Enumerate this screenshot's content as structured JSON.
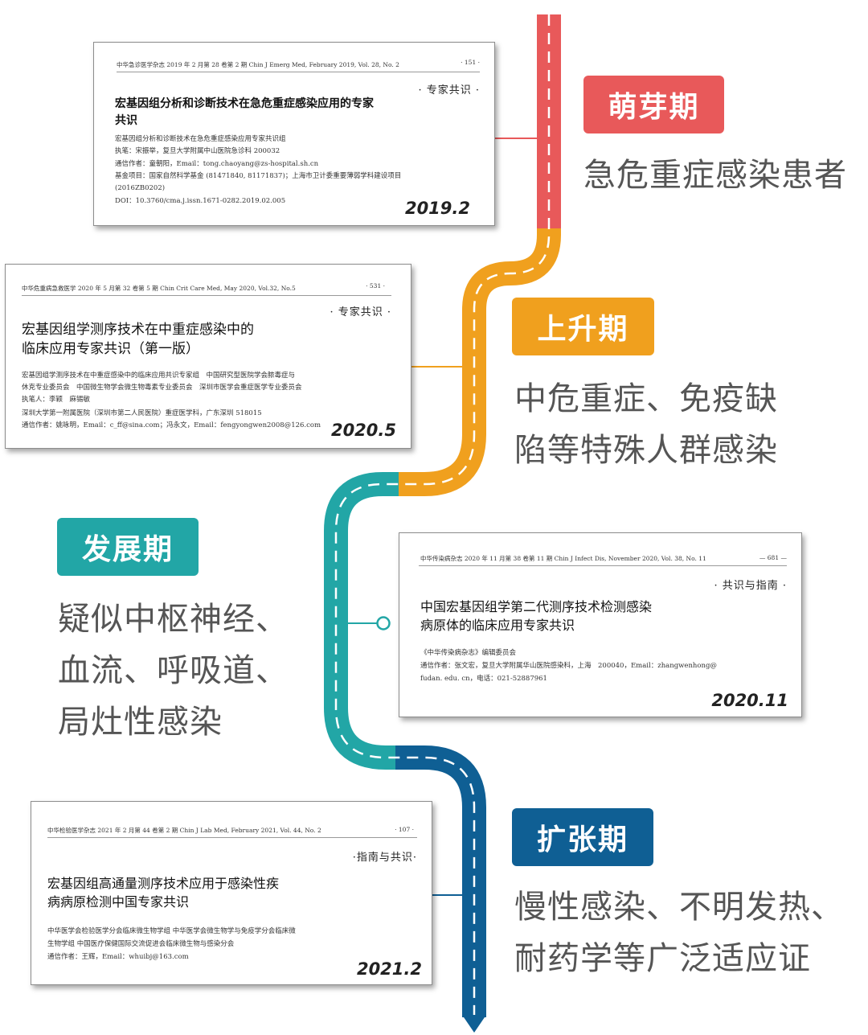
{
  "colors": {
    "red": "#e8595a",
    "orange": "#f0a01e",
    "teal": "#22a6a6",
    "blue": "#0f5f94"
  },
  "stages": [
    {
      "label": "萌芽期",
      "color": "#e8595a",
      "desc": [
        "急危重症感染患者"
      ]
    },
    {
      "label": "上升期",
      "color": "#f0a01e",
      "desc": [
        "中危重症、免疫缺",
        "陷等特殊人群感染"
      ]
    },
    {
      "label": "发展期",
      "color": "#22a6a6",
      "desc": [
        "疑似中枢神经、",
        "血流、呼吸道、",
        "局灶性感染"
      ]
    },
    {
      "label": "扩张期",
      "color": "#0f5f94",
      "desc": [
        "慢性感染、不明发热、",
        "耐药学等广泛适应证"
      ]
    }
  ],
  "papers": [
    {
      "header": "中华急诊医学杂志 2019 年 2 月第 28 卷第 2 期  Chin J Emerg Med, February 2019, Vol. 28, No. 2",
      "page": "· 151 ·",
      "category": "· 专家共识 ·",
      "title": [
        "宏基因组分析和诊断技术在急危重症感染应用的专家",
        "共识"
      ],
      "lines": [
        "宏基因组分析和诊断技术在急危重症感染应用专家共识组",
        "执笔：宋振举，复旦大学附属中山医院急诊科 200032",
        "通信作者：童朝阳，Email：tong.chaoyang@zs-hospital.sh.cn",
        "基金项目：国家自然科学基金 (81471840, 81171837)；上海市卫计委重要薄弱学科建设项目",
        "(2016ZB0202)",
        "DOI：10.3760/cma.j.issn.1671-0282.2019.02.005"
      ],
      "date": "2019.2"
    },
    {
      "header": "中华危重病急救医学  2020 年 5 月第 32 卷第 5 期  Chin Crit Care Med, May  2020, Vol.32, No.5",
      "page": "· 531 ·",
      "category": "· 专家共识 ·",
      "title": [
        "宏基因组学测序技术在中重症感染中的",
        "临床应用专家共识（第一版）"
      ],
      "lines": [
        "宏基因组学测序技术在中重症感染中的临床应用共识专家组　中国研究型医院学会脓毒症与",
        "休克专业委员会　中国微生物学会微生物毒素专业委员会　深圳市医学会重症医学专业委员会",
        "执笔人：李颖　麻锡敏",
        "深圳大学第一附属医院（深圳市第二人民医院）重症医学科，广东深圳  518015",
        "通信作者：姚咏明，Email：c_ff@sina.com；冯永文，Email：fengyongwen2008@126.com"
      ],
      "date": "2020.5"
    },
    {
      "header": "中华传染病杂志 2020 年 11 月第 38 卷第 11 期  Chin J Infect Dis, November 2020, Vol. 38, No. 11",
      "page": "— 681 —",
      "category": "· 共识与指南 ·",
      "title": [
        "中国宏基因组学第二代测序技术检测感染",
        "病原体的临床应用专家共识"
      ],
      "lines": [
        "《中华传染病杂志》编辑委员会",
        "通信作者：张文宏，复旦大学附属华山医院感染科，上海　200040，Email：zhangwenhong@",
        "fudan. edu. cn，电话：021-52887961"
      ],
      "date": "2020.11"
    },
    {
      "header": "中华检验医学杂志 2021 年 2 月第 44 卷第 2 期  Chin J Lab Med, February 2021, Vol. 44, No. 2",
      "page": "· 107 ·",
      "category": "·指南与共识·",
      "title": [
        "宏基因组高通量测序技术应用于感染性疾",
        "病病原检测中国专家共识"
      ],
      "lines": [
        "中华医学会检验医学分会临床微生物学组 中华医学会微生物学与免疫学分会临床微",
        "生物学组 中国医疗保健国际交流促进会临床微生物与感染分会",
        "通信作者：王辉，Email：whuibj@163.com"
      ],
      "date": "2021.2"
    }
  ]
}
